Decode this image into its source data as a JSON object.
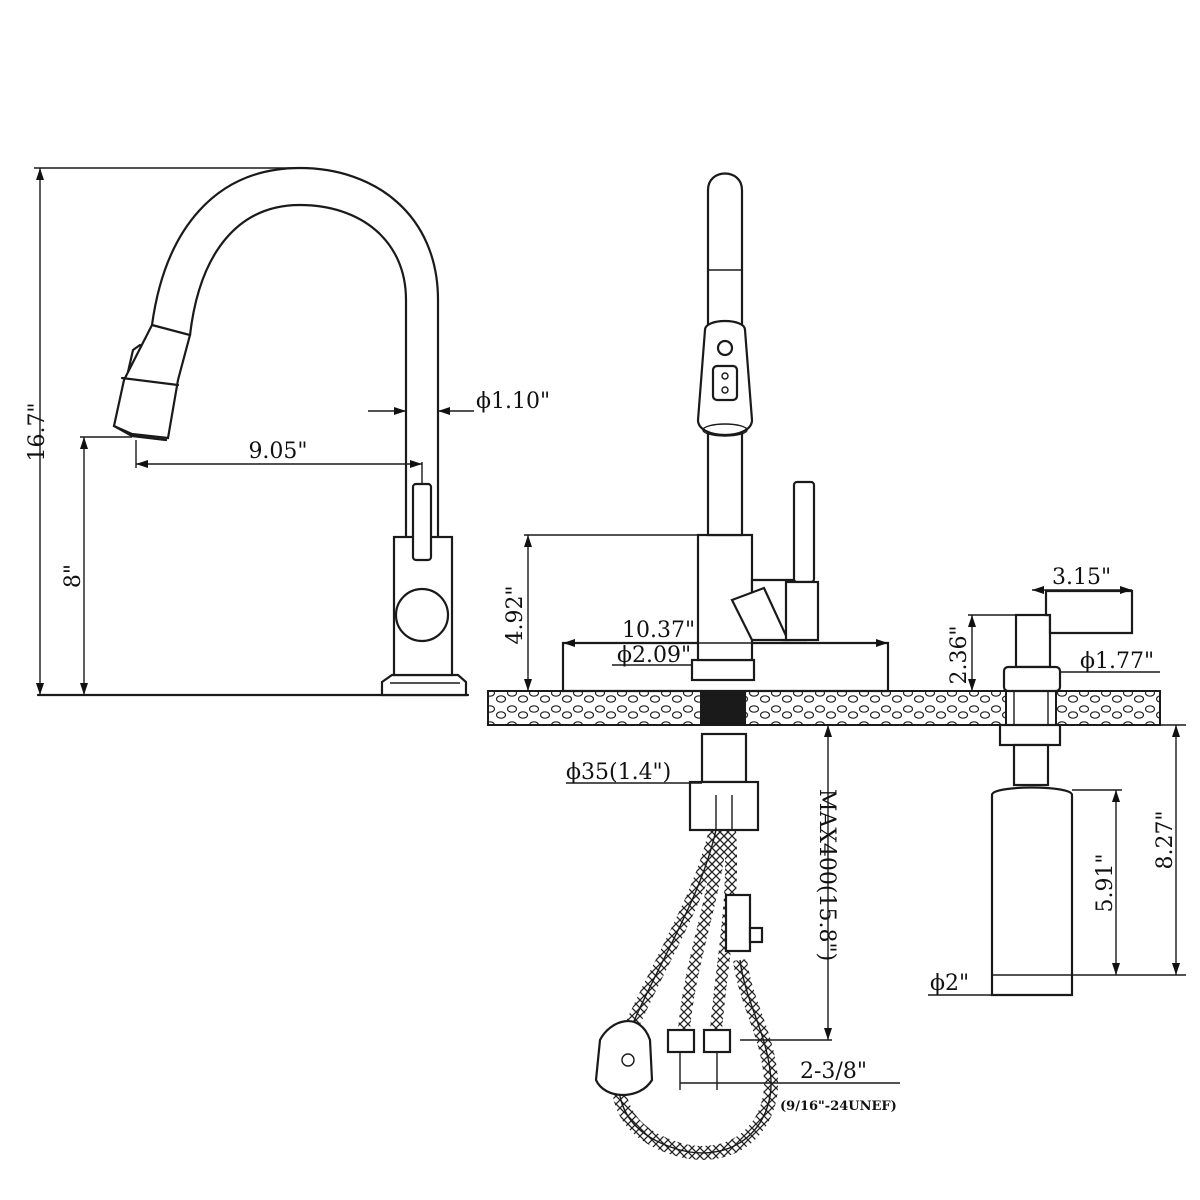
{
  "left_view": {
    "height_total": "16.7\"",
    "spout_diameter": "ϕ1.10\"",
    "spout_reach": "9.05\"",
    "spout_clearance": "8\""
  },
  "center_view": {
    "body_height": "4.92\"",
    "deck_plate_width": "10.37\"",
    "base_diameter": "ϕ2.09\"",
    "shank_diameter": "ϕ35(1.4\")",
    "hose_length": "MAX400(15.8\")",
    "hose_fitting": "2-3/8\"",
    "thread_spec": "(9/16\"-24UNEF)"
  },
  "soap_dispenser": {
    "pump_reach": "3.15\"",
    "pump_height": "2.36\"",
    "collar_diameter": "ϕ1.77\"",
    "under_counter_length": "8.27\"",
    "bottle_length": "5.91\"",
    "bottle_diameter": "ϕ2\""
  }
}
